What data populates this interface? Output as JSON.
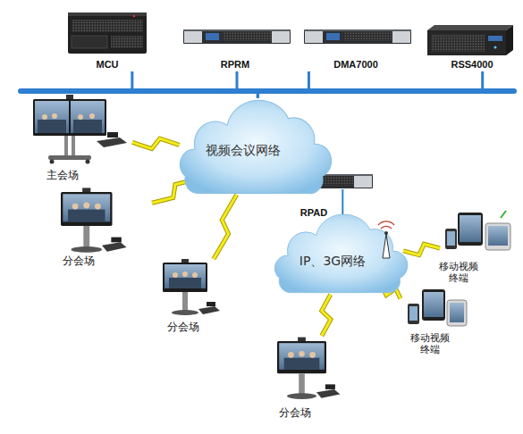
{
  "diagram": {
    "nodes": [
      {
        "text": [
          "MCU"
        ]
      },
      {
        "text": [
          "RPRM"
        ]
      },
      {
        "text": [
          "DMA7000"
        ]
      },
      {
        "text": [
          "RSS4000"
        ]
      },
      {
        "text": [
          "视频会议网络"
        ]
      },
      {
        "text": [
          "主会场"
        ]
      },
      {
        "text": [
          "分会场"
        ]
      },
      {
        "text": [
          "RPAD"
        ]
      },
      {
        "text": [
          "IP、3G网络"
        ]
      },
      {
        "text": [
          "移动视频 终端"
        ]
      },
      {
        "text": [
          "分会场"
        ]
      },
      {
        "text": [
          "移动视频 终端"
        ]
      },
      {
        "text": [
          "分会场"
        ]
      }
    ],
    "edges": [
      {
        "from": 0,
        "to": 4,
        "arrow": "none"
      },
      {
        "from": 1,
        "to": 4,
        "arrow": "none"
      },
      {
        "from": 2,
        "to": 4,
        "arrow": "none"
      },
      {
        "from": 3,
        "to": 4,
        "arrow": "none"
      },
      {
        "from": 5,
        "to": 4,
        "arrow": "none"
      },
      {
        "from": 6,
        "to": 4,
        "arrow": "none"
      },
      {
        "from": 10,
        "to": 4,
        "arrow": "none"
      },
      {
        "from": 7,
        "to": 8,
        "arrow": "none"
      },
      {
        "from": 9,
        "to": 8,
        "arrow": "none"
      },
      {
        "from": 11,
        "to": 8,
        "arrow": "none"
      },
      {
        "from": 12,
        "to": 8,
        "arrow": "none"
      }
    ]
  }
}
